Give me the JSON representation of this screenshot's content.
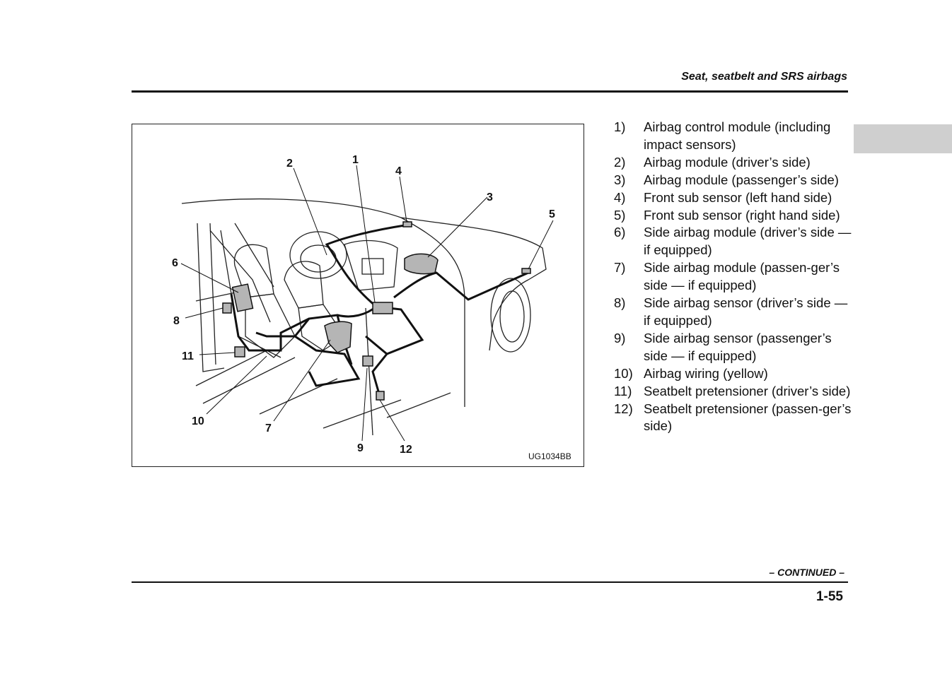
{
  "header": {
    "section_title": "Seat, seatbelt and SRS airbags"
  },
  "figure": {
    "code": "UG1034BB",
    "callouts": [
      "1",
      "2",
      "3",
      "4",
      "5",
      "6",
      "7",
      "8",
      "9",
      "10",
      "11",
      "12"
    ]
  },
  "legend": [
    {
      "num": "1)",
      "text": "Airbag control module (including impact sensors)"
    },
    {
      "num": "2)",
      "text": "Airbag module (driver’s side)"
    },
    {
      "num": "3)",
      "text": "Airbag module (passenger’s side)"
    },
    {
      "num": "4)",
      "text": "Front sub sensor (left hand side)"
    },
    {
      "num": "5)",
      "text": "Front sub sensor (right hand side)"
    },
    {
      "num": "6)",
      "text": "Side airbag module (driver’s side — if equipped)"
    },
    {
      "num": "7)",
      "text": "Side airbag module (passen-ger’s side — if equipped)"
    },
    {
      "num": "8)",
      "text": "Side airbag sensor (driver’s side — if equipped)"
    },
    {
      "num": "9)",
      "text": "Side airbag sensor (passenger’s side — if equipped)"
    },
    {
      "num": "10)",
      "text": "Airbag wiring (yellow)"
    },
    {
      "num": "11)",
      "text": "Seatbelt pretensioner (driver’s side)"
    },
    {
      "num": "12)",
      "text": "Seatbelt pretensioner (passen-ger’s side)"
    }
  ],
  "footer": {
    "continued": "– CONTINUED –",
    "page_number": "1-55"
  },
  "colors": {
    "rule": "#111111",
    "side_tab": "#cfcfcf",
    "component_fill": "#b5b5b5"
  }
}
